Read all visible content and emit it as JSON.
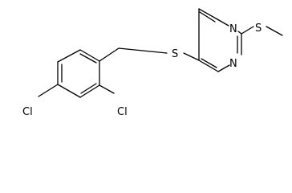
{
  "molecule": {
    "atom_labels": {
      "n_top": "N",
      "n_bottom": "N",
      "s_linker": "S",
      "s_methyl": "S",
      "cl_para": "Cl",
      "cl_ortho": "Cl"
    }
  }
}
